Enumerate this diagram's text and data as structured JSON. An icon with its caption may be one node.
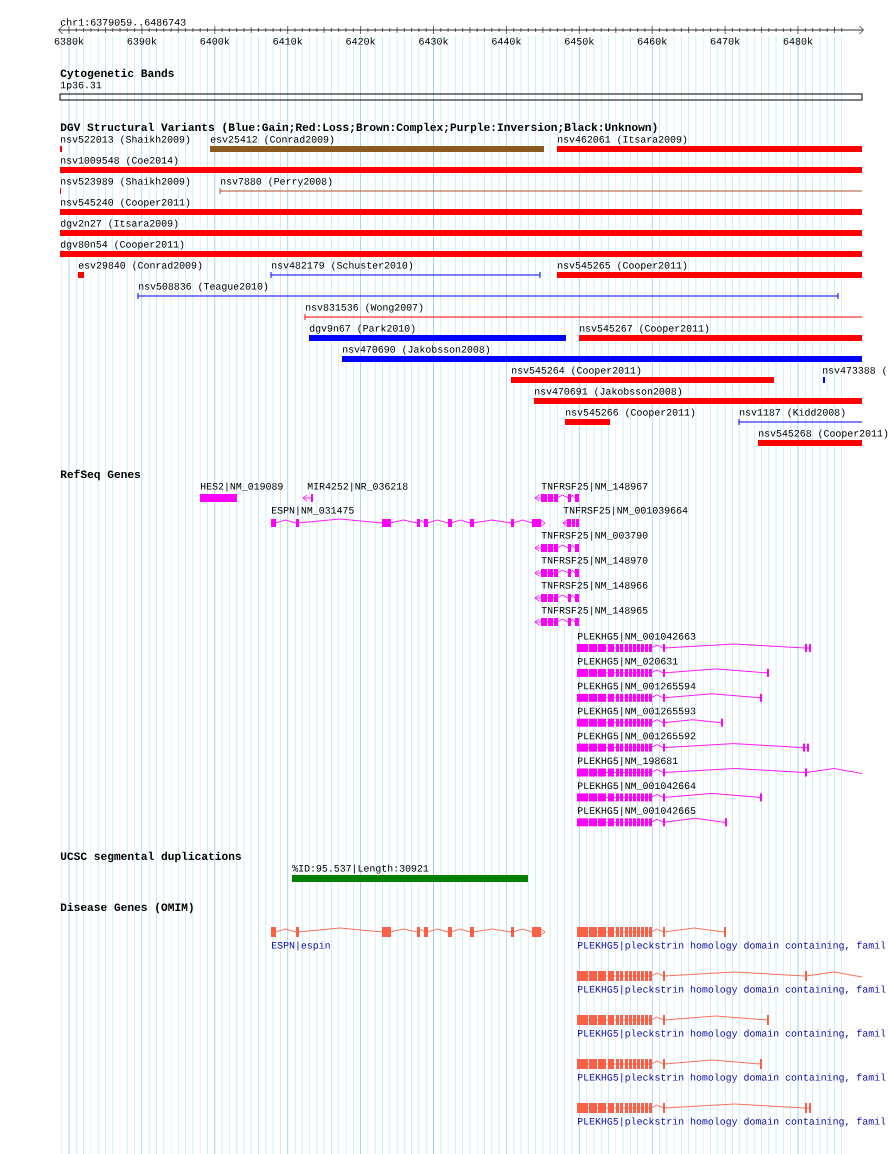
{
  "diagram": {
    "title": "chr1:6379059..6486743",
    "labels": [
      "6380k",
      "6390k",
      "6400k",
      "6410k",
      "6420k",
      "6430k",
      "6440k",
      "6450k",
      "6460k",
      "6470k",
      "6480k",
      "Cytogenetic Bands",
      "1p36.31",
      "DGV Structural Variants (Blue:Gain;Red:Loss;Brown:Complex;Purple:Inversion;Black:Unknown)",
      "nsv522013 (Shaikh2009)",
      "esv25412 (Conrad2009)",
      "nsv462061 (Itsara2009)",
      "nsv1009548 (Coe2014)",
      "nsv523989 (Shaikh2009)",
      "nsv7880 (Perry2008)",
      "nsv545240 (Cooper2011)",
      "dgv2n27 (Itsara2009)",
      "dgv80n54 (Cooper2011)",
      "esv29840 (Conrad2009)",
      "nsv482179 (Schuster2010)",
      "nsv545265 (Cooper2011)",
      "nsv508836 (Teague2010)",
      "nsv831536 (Wong2007)",
      "dgv9n67 (Park2010)",
      "nsv545267 (Cooper2011)",
      "nsv470690 (Jakobsson2008)",
      "nsv545264 (Cooper2011)",
      "nsv473388 (",
      "nsv470691 (Jakobsson2008)",
      "nsv545266 (Cooper2011)",
      "nsv1187 (Kidd2008)",
      "nsv545268 (Cooper2011)",
      "RefSeq Genes",
      "HES2|NM_019089",
      "MIR4252|NR_036218",
      "TNFRSF25|NM_148967",
      "ESPN|NM_031475",
      "TNFRSF25|NM_001039664",
      "TNFRSF25|NM_003790",
      "TNFRSF25|NM_148970",
      "TNFRSF25|NM_148966",
      "TNFRSF25|NM_148965",
      "PLEKHG5|NM_001042663",
      "PLEKHG5|NM_020631",
      "PLEKHG5|NM_001265594",
      "PLEKHG5|NM_001265593",
      "PLEKHG5|NM_001265592",
      "PLEKHG5|NM_198681",
      "PLEKHG5|NM_001042664",
      "PLEKHG5|NM_001042665",
      "UCSC segmental duplications",
      "%ID:95.537|Length:30921",
      "Disease Genes (OMIM)",
      "ESPN|espin",
      "PLEKHG5|pleckstrin homology domain containing, famil",
      "PLEKHG5|pleckstrin homology domain containing, famil",
      "PLEKHG5|pleckstrin homology domain containing, famil",
      "PLEKHG5|pleckstrin homology domain containing, famil",
      "PLEKHG5|pleckstrin homology domain containing, famil"
    ]
  }
}
